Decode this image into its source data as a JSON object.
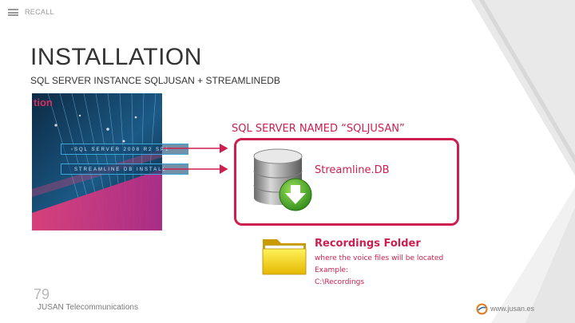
{
  "header": {
    "menu_icon": "hamburger-icon",
    "recall_label": "RECALL"
  },
  "slide": {
    "title": "INSTALLATION",
    "subtitle": "SQL SERVER INSTANCE SQLJUSAN + STREAMLINEDB"
  },
  "poster": {
    "word": "tion",
    "button_1": "SQL SERVER 2008 R2 SP1",
    "button_2": "STREAMLINE DB INSTALL"
  },
  "sql_server": {
    "title": "SQL SERVER NAMED “SQLJUSAN”",
    "database_icon": "database-icon",
    "database_label": "Streamline.DB"
  },
  "recordings": {
    "folder_icon": "folder-icon",
    "title": "Recordings Folder",
    "line_1": "where the voice files will be located",
    "line_2": "Example:",
    "line_3": "C:\\Recordings"
  },
  "footer": {
    "page_number": "79",
    "company": "JUSAN Telecommunications",
    "logo_icon": "jusan-logo-icon",
    "url": "www.jusan.es"
  },
  "colors": {
    "accent": "#cc1f4f",
    "title_text": "#333333",
    "muted_text": "#7a7a7a"
  }
}
